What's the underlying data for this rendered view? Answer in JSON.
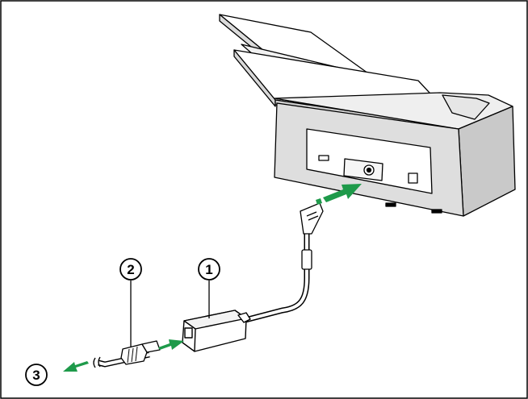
{
  "callouts": {
    "c1": "1",
    "c2": "2",
    "c3": "3"
  },
  "colors": {
    "arrow": "#1e9a4a",
    "outline": "#000000",
    "body_fill": "#ffffff",
    "body_shade": "#e9e9e9",
    "body_dark": "#9a9a9a"
  },
  "icons": {
    "arrow_to_scanner": "arrow-right-icon",
    "arrow_to_adapter": "arrow-right-icon",
    "arrow_to_outlet": "arrow-left-icon"
  }
}
